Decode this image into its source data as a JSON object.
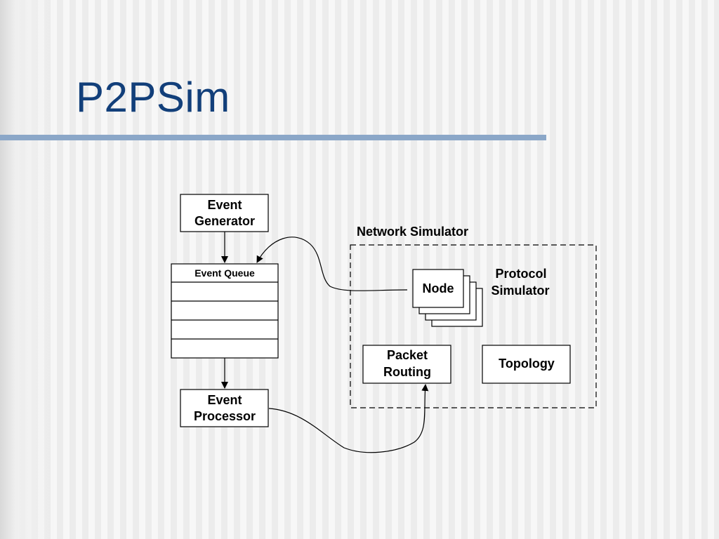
{
  "slide": {
    "title": "P2PSim"
  },
  "diagram": {
    "event_generator": {
      "line1": "Event",
      "line2": "Generator"
    },
    "event_queue": {
      "label": "Event Queue"
    },
    "event_processor": {
      "line1": "Event",
      "line2": "Processor"
    },
    "network_simulator": {
      "label": "Network Simulator"
    },
    "node": {
      "label": "Node"
    },
    "protocol_simulator": {
      "line1": "Protocol",
      "line2": "Simulator"
    },
    "packet_routing": {
      "line1": "Packet",
      "line2": "Routing"
    },
    "topology": {
      "label": "Topology"
    }
  }
}
